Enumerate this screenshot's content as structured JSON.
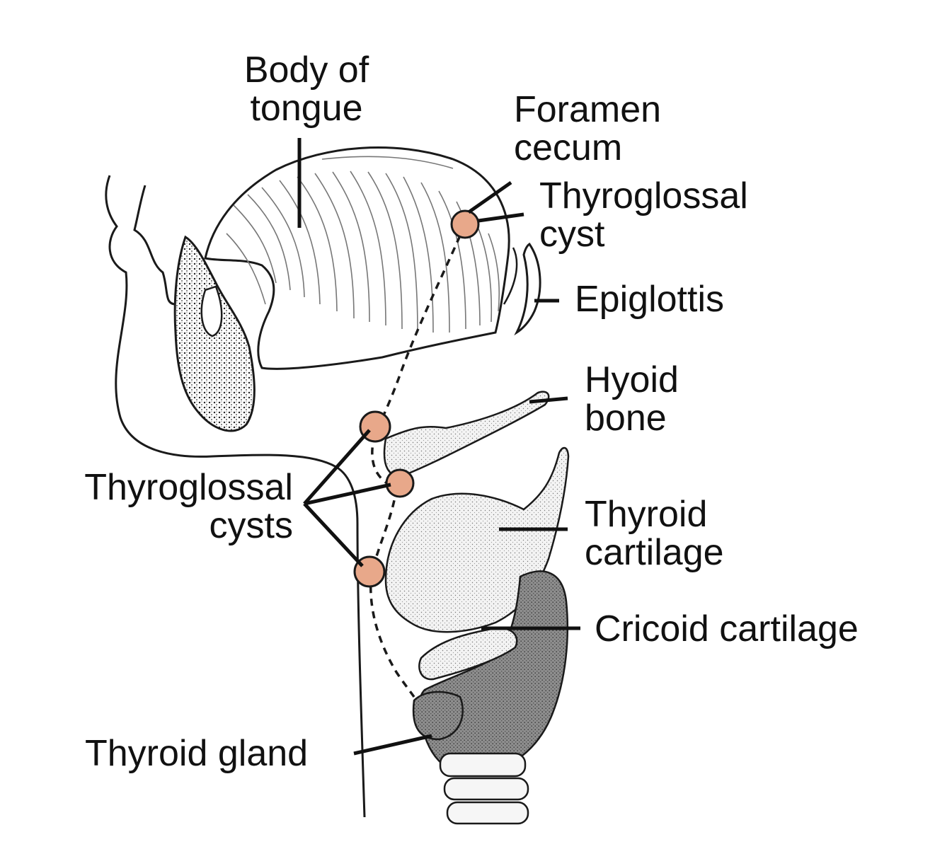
{
  "labels": {
    "body_of_tongue": [
      "Body of",
      "tongue"
    ],
    "foramen_cecum": [
      "Foramen",
      "cecum"
    ],
    "thyroglossal_cyst": [
      "Thyroglossal",
      "cyst"
    ],
    "epiglottis": "Epiglottis",
    "hyoid_bone": [
      "Hyoid",
      "bone"
    ],
    "thyroglossal_cysts": [
      "Thyroglossal",
      "cysts"
    ],
    "thyroid_cartilage": [
      "Thyroid",
      "cartilage"
    ],
    "cricoid_cartilage": "Cricoid cartilage",
    "thyroid_gland": "Thyroid gland"
  },
  "colors": {
    "line": "#1a1a1a",
    "cyst_fill": "#e8a88a",
    "cyst_stroke": "#1a1a1a",
    "cartilage_fill": "#f1f1f1",
    "gland_fill": "#8a8a8a"
  }
}
